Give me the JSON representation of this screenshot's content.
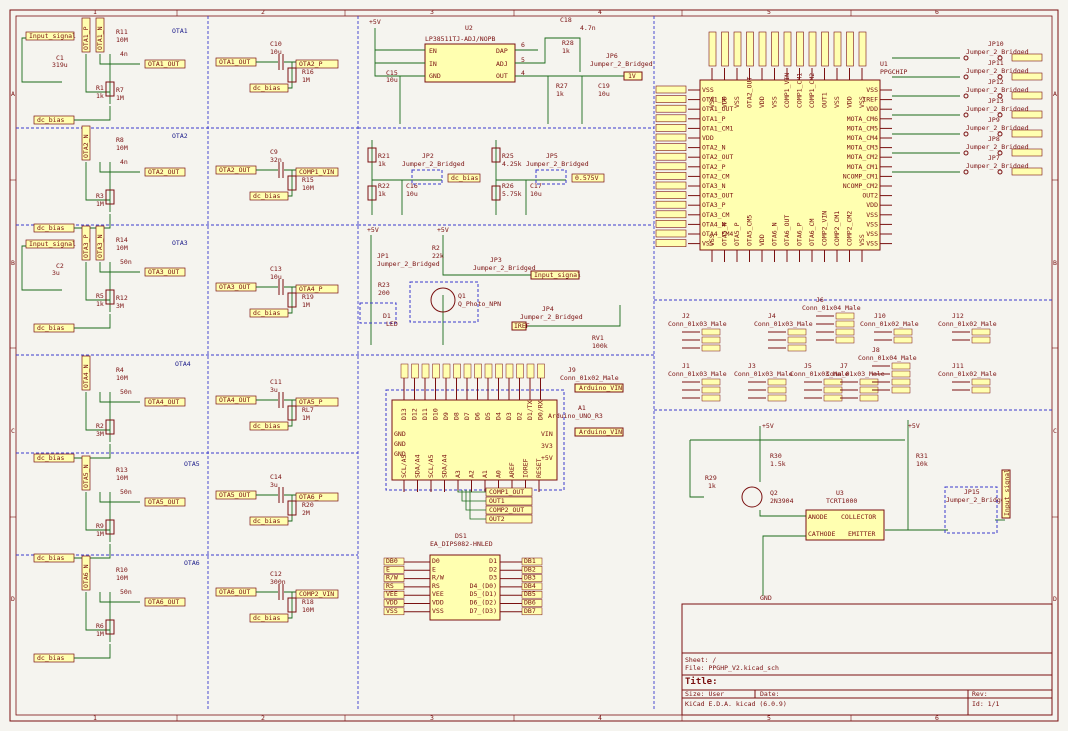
{
  "title_block": {
    "sheet": "Sheet: /",
    "file": "File: PPGHP_V2.kicad_sch",
    "title": "Title:",
    "size": "Size: User",
    "date": "Date:",
    "rev": "Rev:",
    "kicad": "KiCad E.D.A.  kicad (6.0.9)",
    "id": "Id: 1/1"
  },
  "border": {
    "columns": [
      "1",
      "2",
      "3",
      "4",
      "5",
      "6"
    ],
    "rows": [
      "A",
      "B",
      "C",
      "D"
    ]
  },
  "sections": {
    "ota1": "OTA1",
    "ota2": "OTA2",
    "ota3": "OTA3",
    "ota4": "OTA4",
    "ota5": "OTA5",
    "ota6": "OTA6"
  },
  "ota_blocks": [
    {
      "in": "Input_signal",
      "ref": "C1",
      "cval": "319u",
      "r1": "R11",
      "r1v": "10M",
      "r2": "R1",
      "r2v": "1k",
      "r3": "R7",
      "r3v": "1M",
      "cap": "4n",
      "out": "OTA1_OUT",
      "pins": [
        "OTA1_P",
        "OTA1_N"
      ]
    },
    {
      "in": "",
      "ref": "R3",
      "cval": "",
      "r1": "R8",
      "r1v": "10M",
      "r2": "R3",
      "r2v": "1M",
      "r3": "",
      "r3v": "",
      "cap": "4n",
      "out": "OTA2_OUT",
      "pins": [
        "OTA2_N"
      ]
    },
    {
      "in": "Input_signal",
      "ref": "C2",
      "cval": "3u",
      "r1": "R14",
      "r1v": "10M",
      "r2": "R5",
      "r2v": "1k",
      "r3": "R12",
      "r3v": "3M",
      "cap": "50n",
      "out": "OTA3_OUT",
      "pins": [
        "OTA3_P",
        "OTA3_N"
      ]
    },
    {
      "in": "",
      "ref": "R4",
      "cval": "",
      "r1": "R4",
      "r1v": "10M",
      "r2": "R2",
      "r2v": "3M",
      "r3": "",
      "r3v": "",
      "cap": "50n",
      "out": "OTA4_OUT",
      "pins": [
        "OTA4_N"
      ]
    },
    {
      "in": "",
      "ref": "R13",
      "cval": "",
      "r1": "R13",
      "r1v": "10M",
      "r2": "R9",
      "r2v": "1M",
      "r3": "",
      "r3v": "",
      "cap": "50n",
      "out": "OTA5_OUT",
      "pins": [
        "OTA5_N"
      ]
    },
    {
      "in": "",
      "ref": "R10",
      "cval": "",
      "r1": "R10",
      "r1v": "10M",
      "r2": "R6",
      "r2v": "1M",
      "r3": "",
      "r3v": "",
      "cap": "50n",
      "out": "OTA6_OUT",
      "pins": [
        "OTA6_N"
      ]
    }
  ],
  "coupling": [
    {
      "in": "OTA1_OUT",
      "c": "C10",
      "cv": "10u",
      "r": "R16",
      "rv": "1M",
      "out": "OTA2_P"
    },
    {
      "in": "OTA2_OUT",
      "c": "C9",
      "cv": "32n",
      "r": "R15",
      "rv": "10M",
      "out": "COMP1_VIN"
    },
    {
      "in": "OTA3_OUT",
      "c": "C13",
      "cv": "10u",
      "r": "R19",
      "rv": "1M",
      "out": "OTA4_P"
    },
    {
      "in": "OTA4_OUT",
      "c": "C11",
      "cv": "3u",
      "r": "RL7",
      "rv": "1M",
      "out": "OTA5_P"
    },
    {
      "in": "OTA5_OUT",
      "c": "C14",
      "cv": "3u",
      "r": "R20",
      "rv": "2M",
      "out": "OTA6_P"
    },
    {
      "in": "OTA6_OUT",
      "c": "C12",
      "cv": "300n",
      "r": "R18",
      "rv": "10M",
      "out": "COMP2_VIN"
    }
  ],
  "dc_bias": "dc_bias",
  "regulator": {
    "ref": "U2",
    "name": "LP38511TJ-ADJ/NOPB",
    "pins": [
      "EN",
      "IN",
      "GND",
      "DAP",
      "ADJ",
      "OUT"
    ],
    "pin_nums": [
      "6",
      "5",
      "4"
    ],
    "c15": "C15",
    "c15v": "10u",
    "c18": "C18",
    "c18v": "4.7n",
    "r28": "R28",
    "r28v": "1k",
    "r27": "R27",
    "r27v": "1k",
    "c19": "C19",
    "c19v": "10u",
    "jp": "JP6",
    "jp_label": "Jumper_2_Bridged",
    "vout": "1V",
    "vin": "+5V"
  },
  "dividers": [
    {
      "r1": "R21",
      "r1v": "1k",
      "r2": "R22",
      "r2v": "1k",
      "c": "C16",
      "cv": "10u",
      "jp": "JP2",
      "net": "dc_bias"
    },
    {
      "r1": "R25",
      "r1v": "4.25k",
      "r2": "R26",
      "r2v": "5.75k",
      "c": "C17",
      "cv": "10u",
      "jp": "JP5",
      "net": "0.575V"
    }
  ],
  "photo": {
    "jp1": "JP1",
    "r23": "R23",
    "r23v": "200",
    "d1": "D1",
    "d1v": "LED",
    "r2": "R2",
    "r2v": "22k",
    "q1": "Q1",
    "q1v": "Q_Photo_NPN",
    "jp3": "JP3",
    "jp4": "JP4",
    "rv1": "RV1",
    "rv1v": "100k",
    "net": "Input_signal",
    "ref_net": "IREF",
    "jp_label": "Jumper_2_Bridged"
  },
  "chip": {
    "ref": "U1",
    "name": "PPGCHIP",
    "left_pins": [
      "VSS",
      "OTA1_N",
      "OTA1_OUT",
      "OTA1_P",
      "OTA1_CM1",
      "VDD",
      "OTA2_N",
      "OTA2_OUT",
      "OTA2_P",
      "OTA2_CM",
      "OTA3_N",
      "OTA3_OUT",
      "OTA3_P",
      "OTA3_CM",
      "OTA4_N",
      "OTA4_CM4",
      "VSS"
    ],
    "right_pins": [
      "VSS",
      "IREF",
      "VDD",
      "MOTA_CM6",
      "MOTA_CM5",
      "MOTA_CM4",
      "MOTA_CM3",
      "MOTA_CM2",
      "MOTA_CM1",
      "NCOMP_CM1",
      "NCOMP_CM2",
      "OUT2",
      "VDD",
      "VSS",
      "VSS",
      "VSS",
      "VSS"
    ],
    "top_pins": [
      "VSS",
      "VDD",
      "VSS",
      "OTA2_OUT",
      "VDD",
      "VSS",
      "COMP1_VIN",
      "COMP1_CM1",
      "COMP1_CM2",
      "OUT1",
      "VSS",
      "VDD",
      "VSS"
    ],
    "bottom_pins": [
      "VSS",
      "OTA5_N",
      "OTA5_P",
      "OTA5_CM5",
      "VDD",
      "OTA6_N",
      "OTA6_OUT",
      "OTA6_P",
      "OTA6_CM",
      "COMP2_VIN",
      "COMP2_CM1",
      "COMP2_CM2",
      "VSS"
    ]
  },
  "jumpers_right": [
    {
      "ref": "JP10",
      "label": "Jumper_2_Bridged"
    },
    {
      "ref": "JP11",
      "label": "Jumper_2_Bridged"
    },
    {
      "ref": "JP12",
      "label": "Jumper_2_Bridged"
    },
    {
      "ref": "JP13",
      "label": "Jumper_2_Bridged"
    },
    {
      "ref": "JP9",
      "label": "Jumper_2_Bridged"
    },
    {
      "ref": "JP8",
      "label": "Jumper_2_Bridged"
    },
    {
      "ref": "JP7",
      "label": "Jumper_2_Bridged"
    }
  ],
  "connectors": [
    {
      "ref": "J2",
      "name": "Conn_01x03_Male"
    },
    {
      "ref": "J4",
      "name": "Conn_01x03_Male"
    },
    {
      "ref": "J6",
      "name": "Conn_01x04_Male"
    },
    {
      "ref": "J10",
      "name": "Conn_01x02_Male"
    },
    {
      "ref": "J12",
      "name": "Conn_01x02_Male"
    },
    {
      "ref": "J1",
      "name": "Conn_01x03_Male"
    },
    {
      "ref": "J3",
      "name": "Conn_01x03_Male"
    },
    {
      "ref": "J5",
      "name": "Conn_01x03_Male"
    },
    {
      "ref": "J7",
      "name": "Conn_01x03_Male"
    },
    {
      "ref": "J8",
      "name": "Conn_01x04_Male"
    },
    {
      "ref": "J11",
      "name": "Conn_01x02_Male"
    }
  ],
  "arduino": {
    "ref": "A1",
    "name": "Arduino_UNO_R3",
    "j9": "J9",
    "j9v": "Conn_01x02_Male",
    "vin": "Arduino_VIN",
    "top_pins": [
      "D13",
      "D12",
      "D11",
      "D10",
      "D9",
      "D8",
      "D7",
      "D6",
      "D5",
      "D4",
      "D3",
      "D2",
      "D1/TX",
      "D0/RX"
    ],
    "bottom_pins": [
      "SCL/A5",
      "SDA/A4",
      "SCL/A5",
      "SDA/A4",
      "A3",
      "A2",
      "A1",
      "A0",
      "AREF",
      "IOREF",
      "RESET"
    ],
    "side_pins": [
      "GND",
      "GND",
      "GND",
      "VIN",
      "3V3",
      "+5V"
    ],
    "outs": [
      "COMP1_OUT",
      "OUT1",
      "COMP2_OUT",
      "OUT2"
    ]
  },
  "lcd": {
    "ref": "DS1",
    "name": "EA_DIPS082-HNLED",
    "left": [
      "DB0",
      "E",
      "R/W",
      "RS",
      "VEE",
      "VDD",
      "VSS"
    ],
    "lpins": [
      "D0",
      "E",
      "R/W",
      "RS",
      "VEE",
      "VDD",
      "VSS"
    ],
    "rpins": [
      "D1",
      "D2",
      "D3",
      "D4_(D0)",
      "D5_(D1)",
      "D6_(D2)",
      "D7_(D3)"
    ],
    "right": [
      "DB1",
      "DB2",
      "DB3",
      "DB4",
      "DB5",
      "DB6",
      "DB7"
    ]
  },
  "optocoupler": {
    "r29": "R29",
    "r29v": "1k",
    "r30": "R30",
    "r30v": "1.5k",
    "q2": "Q2",
    "q2v": "2N3904",
    "u3": "U3",
    "u3v": "TCRT1000",
    "anode": "ANODE",
    "collector": "COLLECTOR",
    "cathode": "CATHODE",
    "emitter": "EMITTER",
    "r31": "R31",
    "r31v": "10k",
    "jp15": "JP15",
    "jp15v": "Jumper_2_Bridged",
    "net": "Input_signal",
    "gnd": "GND",
    "vcc": "+5V"
  },
  "colors": {
    "wire": "#1a6a1a",
    "component": "#7a1010",
    "body": "#ffffb0",
    "dash": "#3a3acc",
    "bg": "#f5f4ef"
  }
}
